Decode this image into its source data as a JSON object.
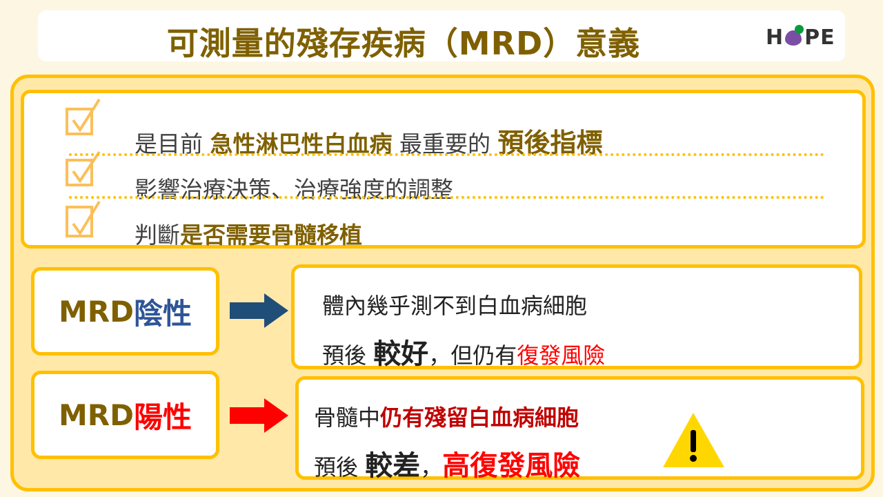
{
  "title": "可測量的殘存疾病（MRD）意義",
  "logo": {
    "h": "H",
    "rest": "PE",
    "text": "HOPE"
  },
  "points": [
    {
      "pre": "是目前 ",
      "bold1": "急性淋巴性白血病",
      "mid": " 最重要的 ",
      "bold2": "預後指標"
    },
    {
      "pre": "影響治療決策、治療強度的調整"
    },
    {
      "pre": "判斷",
      "bold1": "是否需要骨髓移植"
    }
  ],
  "negative": {
    "label": "MRD",
    "status": "陰性",
    "color": "#2e5597",
    "line1": "體內幾乎測不到白血病細胞",
    "l2a": "預後 ",
    "l2b": "較好",
    "l2c": "，但仍有",
    "l2d": "復發風險"
  },
  "positive": {
    "label": "MRD",
    "status": "陽性",
    "color": "#ff0000",
    "l1a": "骨髓中",
    "l1b": "仍有殘留白血病細胞",
    "l2a": "預後 ",
    "l2b": "較差",
    "l2c": "，",
    "l2d": "高復發風險"
  }
}
